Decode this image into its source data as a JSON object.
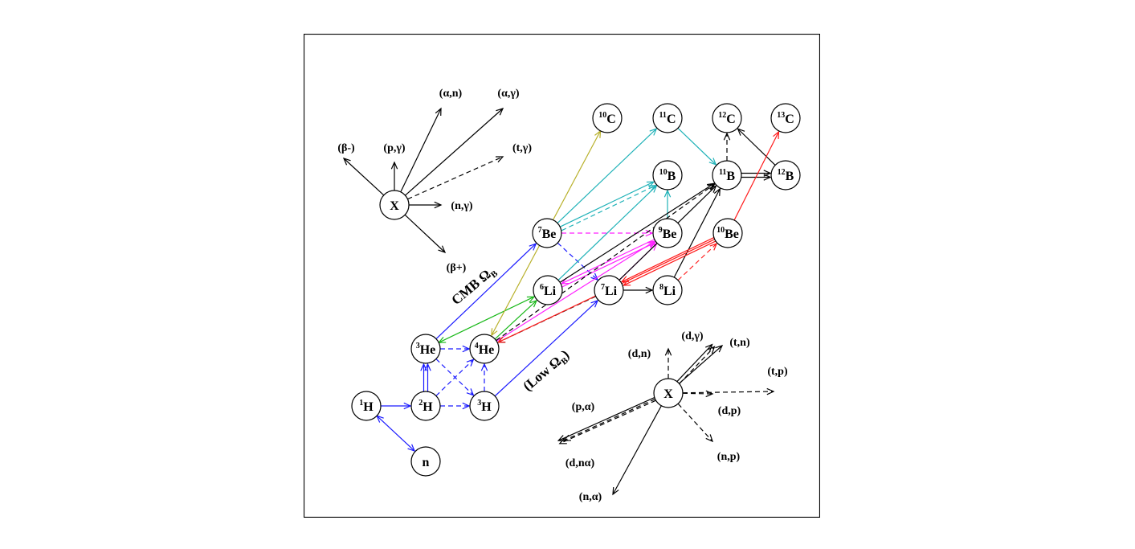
{
  "colors": {
    "black": "#000000",
    "blue": "#1a1aff",
    "cyan": "#20b2b8",
    "olive": "#b8b02a",
    "magenta": "#ff20ff",
    "green": "#18b818",
    "red": "#ff1a1a"
  },
  "nuclides": [
    {
      "id": "H1",
      "mass": "1",
      "sym": "H",
      "color": "black"
    },
    {
      "id": "H2",
      "mass": "2",
      "sym": "H",
      "color": "black"
    },
    {
      "id": "H3",
      "mass": "3",
      "sym": "H",
      "color": "black"
    },
    {
      "id": "n",
      "mass": "",
      "sym": "n",
      "color": "black"
    },
    {
      "id": "He3",
      "mass": "3",
      "sym": "He",
      "color": "black"
    },
    {
      "id": "He4",
      "mass": "4",
      "sym": "He",
      "color": "black"
    },
    {
      "id": "Li6",
      "mass": "6",
      "sym": "Li",
      "color": "black"
    },
    {
      "id": "Li7",
      "mass": "7",
      "sym": "Li",
      "color": "black"
    },
    {
      "id": "Li8",
      "mass": "8",
      "sym": "Li",
      "color": "black"
    },
    {
      "id": "Be7",
      "mass": "7",
      "sym": "Be",
      "color": "black"
    },
    {
      "id": "Be9",
      "mass": "9",
      "sym": "Be",
      "color": "black"
    },
    {
      "id": "Be10",
      "mass": "10",
      "sym": "Be",
      "color": "red"
    },
    {
      "id": "B10",
      "mass": "10",
      "sym": "B",
      "color": "black"
    },
    {
      "id": "B11",
      "mass": "11",
      "sym": "B",
      "color": "black"
    },
    {
      "id": "B12",
      "mass": "12",
      "sym": "B",
      "color": "black"
    },
    {
      "id": "C10",
      "mass": "10",
      "sym": "C",
      "color": "olive"
    },
    {
      "id": "C11",
      "mass": "11",
      "sym": "C",
      "color": "black"
    },
    {
      "id": "C12",
      "mass": "12",
      "sym": "C",
      "color": "black"
    },
    {
      "id": "C13",
      "mass": "13",
      "sym": "C",
      "color": "black"
    }
  ],
  "reactions": [
    {
      "from": "H1",
      "to": "H2",
      "color": "blue",
      "dashed": false
    },
    {
      "from": "H1",
      "to": "n",
      "color": "blue",
      "dashed": false,
      "both": true
    },
    {
      "from": "H2",
      "to": "He3",
      "color": "blue",
      "dashed": false,
      "double": true
    },
    {
      "from": "H2",
      "to": "H3",
      "color": "blue",
      "dashed": true
    },
    {
      "from": "H2",
      "to": "He4",
      "color": "blue",
      "dashed": true
    },
    {
      "from": "He3",
      "to": "He4",
      "color": "blue",
      "dashed": true
    },
    {
      "from": "He3",
      "to": "H3",
      "color": "blue",
      "dashed": true
    },
    {
      "from": "H3",
      "to": "He4",
      "color": "blue",
      "dashed": true
    },
    {
      "from": "He3",
      "to": "Be7",
      "color": "blue",
      "dashed": false
    },
    {
      "from": "H3",
      "to": "Li7",
      "color": "blue",
      "dashed": false
    },
    {
      "from": "Be7",
      "to": "Li7",
      "color": "blue",
      "dashed": true
    },
    {
      "from": "He3",
      "to": "Li6",
      "color": "green",
      "dashed": false,
      "both": true
    },
    {
      "from": "He4",
      "to": "Li6",
      "color": "green",
      "dashed": false
    },
    {
      "from": "C10",
      "to": "He4",
      "color": "olive",
      "dashed": false,
      "both": true
    },
    {
      "from": "Be7",
      "to": "C11",
      "color": "cyan",
      "dashed": false
    },
    {
      "from": "Be7",
      "to": "B10",
      "color": "cyan",
      "dashed": false
    },
    {
      "from": "Be7",
      "to": "B10",
      "color": "cyan",
      "dashed": true,
      "offset": 5
    },
    {
      "from": "Be9",
      "to": "B10",
      "color": "cyan",
      "dashed": false
    },
    {
      "from": "Li6",
      "to": "B10",
      "color": "cyan",
      "dashed": false
    },
    {
      "from": "C11",
      "to": "B11",
      "color": "cyan",
      "dashed": false
    },
    {
      "from": "Be7",
      "to": "Be9",
      "color": "magenta",
      "dashed": true
    },
    {
      "from": "Li7",
      "to": "Be9",
      "color": "magenta",
      "dashed": false
    },
    {
      "from": "Be9",
      "to": "Li6",
      "color": "magenta",
      "dashed": false
    },
    {
      "from": "Li6",
      "to": "Be9",
      "color": "magenta",
      "dashed": false,
      "offset": 4
    },
    {
      "from": "He4",
      "to": "Be9",
      "color": "magenta",
      "dashed": false
    },
    {
      "from": "Li7",
      "to": "Li8",
      "color": "black",
      "dashed": false
    },
    {
      "from": "Li8",
      "to": "B11",
      "color": "black",
      "dashed": false
    },
    {
      "from": "Li7",
      "to": "B11",
      "color": "black",
      "dashed": false
    },
    {
      "from": "He4",
      "to": "B11",
      "color": "black",
      "dashed": true
    },
    {
      "from": "Li6",
      "to": "B11",
      "color": "black",
      "dashed": false
    },
    {
      "from": "Li7",
      "to": "He4",
      "color": "black",
      "dashed": true
    },
    {
      "from": "B11",
      "to": "C12",
      "color": "black",
      "dashed": true
    },
    {
      "from": "B11",
      "to": "B12",
      "color": "black",
      "dashed": false,
      "double": true
    },
    {
      "from": "B12",
      "to": "C12",
      "color": "black",
      "dashed": false
    },
    {
      "from": "Be10",
      "to": "C13",
      "color": "red",
      "dashed": false
    },
    {
      "from": "Be10",
      "to": "Li7",
      "color": "red",
      "dashed": false,
      "double": true
    },
    {
      "from": "Li8",
      "to": "Be10",
      "color": "red",
      "dashed": true
    },
    {
      "from": "Be10",
      "to": "He4",
      "color": "red",
      "dashed": false
    }
  ],
  "labels": {
    "cmb": "CMB Ω",
    "cmb_sub": "B",
    "low": "(Low Ω",
    "low_sub": "B",
    "low_close": ")"
  },
  "legend_top": {
    "center": "X",
    "arrows": [
      {
        "label": "(β-)",
        "dashed": false
      },
      {
        "label": "(p,γ)",
        "dashed": false
      },
      {
        "label": "(α,n)",
        "dashed": false
      },
      {
        "label": "(α,γ)",
        "dashed": false
      },
      {
        "label": "(t,γ)",
        "dashed": true
      },
      {
        "label": "(n,γ)",
        "dashed": false
      },
      {
        "label": "(β+)",
        "dashed": false
      }
    ]
  },
  "legend_bottom": {
    "center": "X",
    "arrows": [
      {
        "label": "(d,n)",
        "dashed": true
      },
      {
        "label": "(d,γ)",
        "dashed": true
      },
      {
        "label": "(t,n)",
        "dashed": false
      },
      {
        "label": "(t,p)",
        "dashed": true
      },
      {
        "label": "(d,p)",
        "dashed": true
      },
      {
        "label": "(n,p)",
        "dashed": true
      },
      {
        "label": "(p,α)",
        "dashed": false
      },
      {
        "label": "(d,nα)",
        "dashed": true
      },
      {
        "label": "(n,α)",
        "dashed": false
      }
    ]
  }
}
